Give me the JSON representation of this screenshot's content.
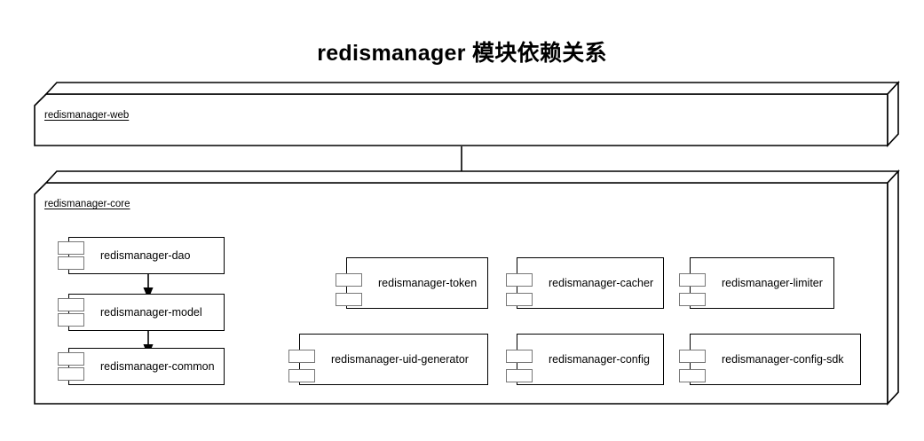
{
  "title": "redismanager 模块依赖关系",
  "colors": {
    "background": "#ffffff",
    "stroke": "#000000",
    "tab_stroke": "#777777",
    "text": "#000000"
  },
  "packages": [
    {
      "id": "redismanager-web",
      "label": "redismanager-web"
    },
    {
      "id": "redismanager-core",
      "label": "redismanager-core"
    }
  ],
  "components": [
    {
      "id": "redismanager-dao",
      "label": "redismanager-dao"
    },
    {
      "id": "redismanager-model",
      "label": "redismanager-model"
    },
    {
      "id": "redismanager-common",
      "label": "redismanager-common"
    },
    {
      "id": "redismanager-token",
      "label": "redismanager-token"
    },
    {
      "id": "redismanager-cacher",
      "label": "redismanager-cacher"
    },
    {
      "id": "redismanager-limiter",
      "label": "redismanager-limiter"
    },
    {
      "id": "redismanager-uid-generator",
      "label": "redismanager-uid-generator"
    },
    {
      "id": "redismanager-config",
      "label": "redismanager-config"
    },
    {
      "id": "redismanager-config-sdk",
      "label": "redismanager-config-sdk"
    }
  ],
  "dependencies": [
    {
      "from": "redismanager-web",
      "to": "redismanager-core"
    },
    {
      "from": "redismanager-dao",
      "to": "redismanager-model"
    },
    {
      "from": "redismanager-model",
      "to": "redismanager-common"
    }
  ]
}
